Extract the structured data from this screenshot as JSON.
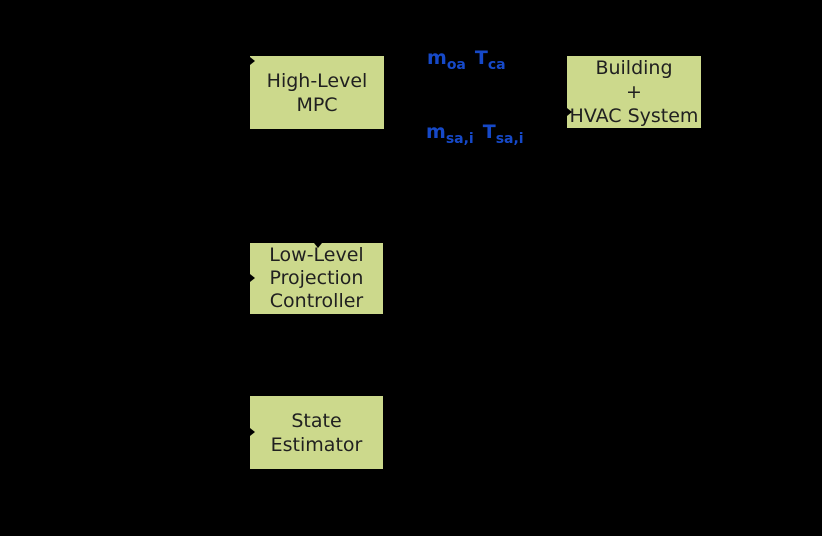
{
  "colors": {
    "background": "#000000",
    "box_fill": "#ccd98c",
    "box_border": "#000000",
    "box_text": "#202020",
    "signal_label_blue": "#1649c8"
  },
  "boxes": {
    "mpc": {
      "line1": "High-Level",
      "line2": "MPC"
    },
    "plant": {
      "line1": "Building",
      "line2": "+",
      "line3": "HVAC System"
    },
    "low_level": {
      "line1": "Low-Level",
      "line2": "Projection",
      "line3": "Controller"
    },
    "estimator": {
      "line1": "State",
      "line2": "Estimator"
    }
  },
  "signals": {
    "ahu_inputs": {
      "var1_base": "m",
      "var1_sub": "oa",
      "var2_base": "T",
      "var2_sub": "ca"
    },
    "zone_inputs": {
      "var1_base": "m",
      "var1_sub": "sa,i",
      "var2_base": "T",
      "var2_sub": "sa,i"
    }
  }
}
